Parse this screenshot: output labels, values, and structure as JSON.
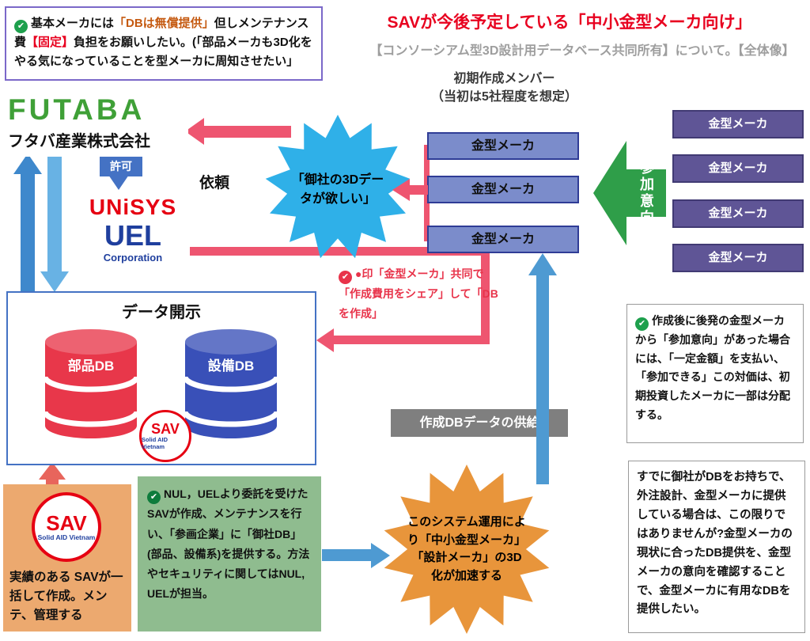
{
  "header": {
    "title": "SAVが今後予定している「中小金型メーカ向け」",
    "subtitle": "【コンソーシアム型3D設計用データベース共同所有】について。【全体像】"
  },
  "icons": {
    "check": "✔"
  },
  "colors": {
    "title_red": "#e8001f",
    "blue_burst": "#2fb0e8",
    "orange_burst": "#e8953b",
    "arrow_red": "#ee5570",
    "arrow_blue": "#4e9ad2",
    "permit_blue": "#4472c4",
    "green_arrow": "#2f9e49",
    "db_red": "#e8374a",
    "db_blue": "#3950b8"
  },
  "note_top_left": {
    "seg1": "基本メーカには",
    "seg2": "「DBは無償提供」",
    "seg3": "但しメンテナンス費",
    "seg4": "【固定】",
    "seg5": "負担をお願いしたい。(「部品メーカも3D化をやる気になっていることを型メーカに周知させたい」"
  },
  "members_heading": {
    "line1": "初期作成メンバー",
    "line2": "（当初は5社程度を想定）"
  },
  "futaba": {
    "name": "FUTABA",
    "subtitle": "フタバ産業株式会社"
  },
  "unisys": {
    "line1": "UNiSYS",
    "line2": "UEL",
    "line3": "Corporation"
  },
  "labels": {
    "permit": "許可",
    "request": "依頼",
    "participation": "参加意向",
    "supply": "作成DBデータの供給"
  },
  "request_burst": {
    "text": "「御社の3Dデータが欲しい」"
  },
  "initial_member_boxes": [
    "金型メーカ",
    "金型メーカ",
    "金型メーカ"
  ],
  "later_member_boxes": [
    "金型メーカ",
    "金型メーカ",
    "金型メーカ",
    "金型メーカ"
  ],
  "disclosure": {
    "title": "データ開示",
    "db1": "部品DB",
    "db2": "設備DB"
  },
  "sav": {
    "name": "SAV",
    "subtitle": "Solid AID Vietnam"
  },
  "cost_share_note": "●印「金型メーカ」共同で「作成費用をシェア」して「DBを作成」",
  "later_join_note": "作成後に後発の金型メーカから「参加意向」があった場合には、「一定金額」を支払い、「参加できる」この対価は、初期投資したメーカに一部は分配する。",
  "system_burst": {
    "text": "このシステム運用により「中小金型メーカ」「設計メーカ」の3D化が加速する"
  },
  "sav_box_text": "実績のある SAVが一括して作成。メンテ、管理する",
  "nul_uel_note": "NUL，UELより委託を受けたSAVが作成、メンテナンスを行い、「参画企業」に「御社DB」(部品、設備系)を提供する。方法やセキュリティに関してはNUL, UELが担当。",
  "existing_db_note": "すでに御社がDBをお持ちで、外注設計、金型メーカに提供している場合は、この限りではありませんが?金型メーカの現状に合ったDB提供を、金型メーカの意向を確認することで、金型メーカに有用なDBを提供したい。"
}
